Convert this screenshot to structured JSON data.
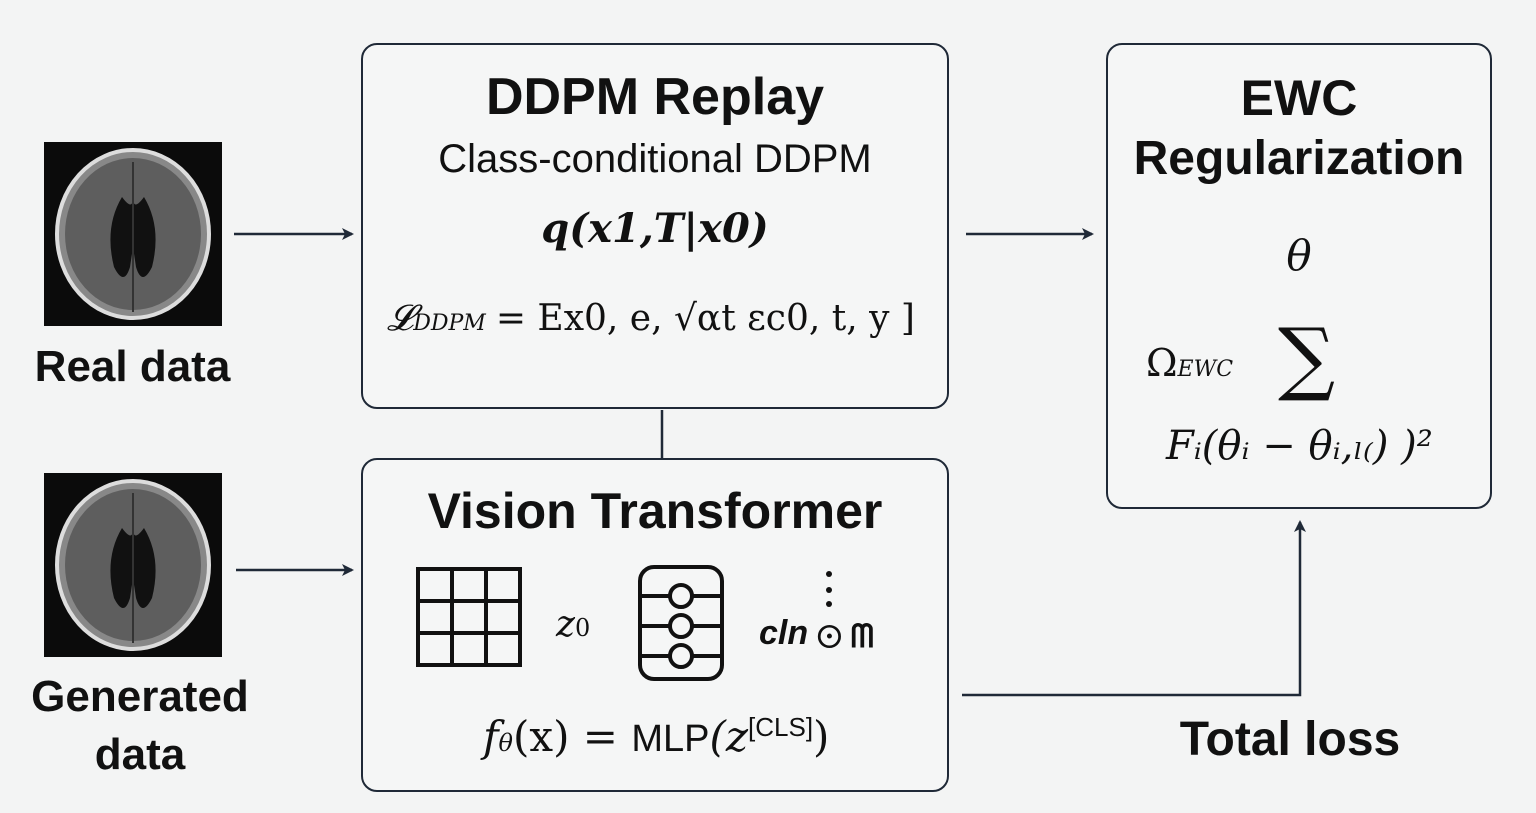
{
  "inputs": {
    "real_label": "Real data",
    "generated_label_line1": "Generated",
    "generated_label_line2": "data"
  },
  "ddpm": {
    "title": "DDPM Replay",
    "subtitle": "Class-conditional DDPM",
    "forward": "q(x1,T|x0)",
    "loss_lhs": "𝓛",
    "loss_lhs_sub": "DDPM",
    "loss_rhs": "= Ex0, e, √αt εc0, t, y ]"
  },
  "vit": {
    "title": "Vision Transformer",
    "z_label": "z",
    "z_sub": "0",
    "cls_text": "cln",
    "cls_glyph": "⊙ ᗰ",
    "formula_f": "f",
    "formula_theta": "θ",
    "formula_mid": "(x) = ",
    "formula_mlp": "MLP",
    "formula_z": "(z",
    "formula_cls": "[CLS]",
    "formula_end": ")"
  },
  "ewc": {
    "title_line1": "EWC",
    "title_line2": "Regularization",
    "theta": "θ",
    "omega": "Ω",
    "omega_sub": "EWC",
    "sum": "∑",
    "fisher": "Fᵢ(θᵢ − θᵢ,ₗ₍) )²"
  },
  "total_loss_label": "Total loss"
}
